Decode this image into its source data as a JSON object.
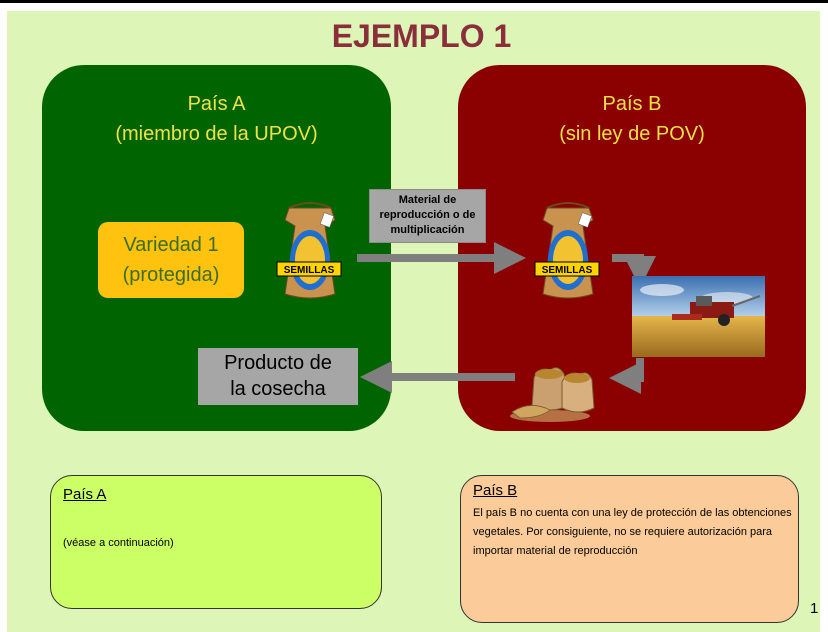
{
  "title": "EJEMPLO 1",
  "country_a": {
    "name": "País A",
    "subtitle": "(miembro de la UPOV)"
  },
  "country_b": {
    "name": "País B",
    "subtitle": "(sin ley de POV)"
  },
  "variety": {
    "line1": "Variedad 1",
    "line2": "(protegida)"
  },
  "seed_bag_label": "SEMILLAS",
  "material_label": "Material de reproducción o de multiplicación",
  "product_label": {
    "line1": "Producto de",
    "line2": "la cosecha"
  },
  "note_a": {
    "heading": "País A",
    "text": "(véase a continuación)"
  },
  "note_b": {
    "heading": "País B",
    "text": "El país B no cuenta con una ley de protección de las obtenciones vegetales. Por consiguiente, no se requiere autorización para importar material de reproducción"
  },
  "page_number": "1",
  "colors": {
    "background": "#ddf6b7",
    "country_a": "#006400",
    "country_b": "#8b0000",
    "title": "#8b2e3c",
    "arrow": "#7f7f7f"
  },
  "icons": [
    "seed-bag-icon",
    "harvester-photo",
    "grain-sacks-icon",
    "arrow"
  ]
}
